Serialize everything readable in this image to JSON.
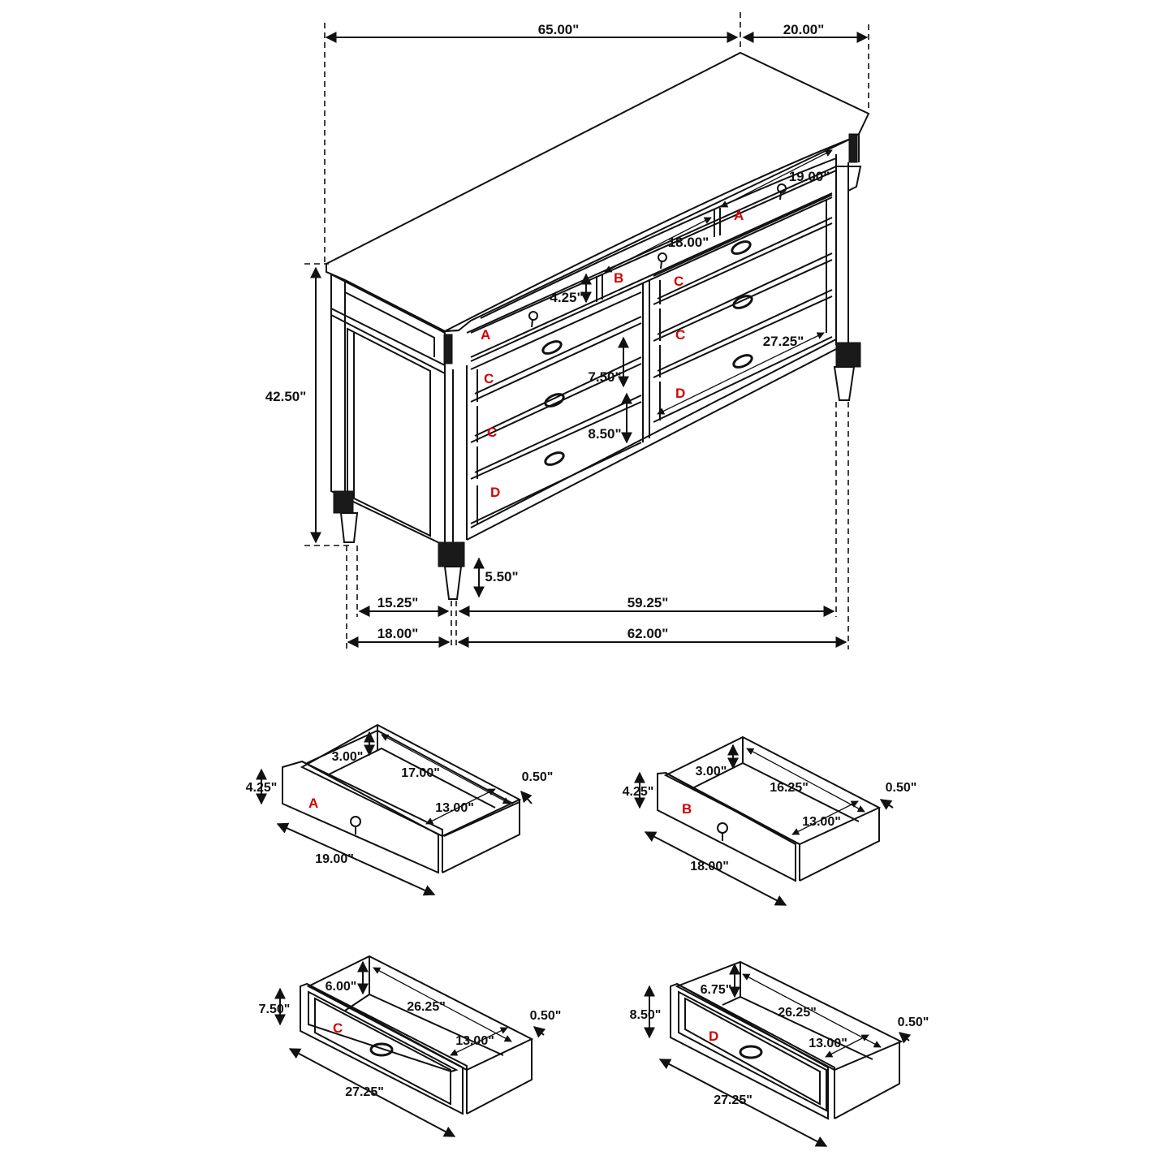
{
  "dresser": {
    "overall_width": "65.00\"",
    "overall_depth": "20.00\"",
    "overall_height": "42.50\"",
    "leg_height": "5.50\"",
    "side_inner_depth": "15.25\"",
    "side_outer_depth": "18.00\"",
    "front_inner_width": "59.25\"",
    "front_outer_width": "62.00\"",
    "drawer_a_width": "19.00\"",
    "drawer_b_width": "18.00\"",
    "drawer_a_height": "4.25\"",
    "drawer_c_height": "7.50\"",
    "drawer_d_height": "8.50\"",
    "drawer_c_width": "27.25\"",
    "drawer_labels": {
      "a_left": "A",
      "a_right": "A",
      "b": "B",
      "c_left_1": "C",
      "c_left_2": "C",
      "c_right_1": "C",
      "c_right_2": "C",
      "d_left": "D",
      "d_right": "D"
    }
  },
  "drawers": [
    {
      "label": "A",
      "front_height": "4.25\"",
      "inner_height": "3.00\"",
      "inner_length": "17.00\"",
      "inner_depth": "13.00\"",
      "side_thickness": "0.50\"",
      "front_width": "19.00\""
    },
    {
      "label": "B",
      "front_height": "4.25\"",
      "inner_height": "3.00\"",
      "inner_length": "16.25\"",
      "inner_depth": "13.00\"",
      "side_thickness": "0.50\"",
      "front_width": "18.00\""
    },
    {
      "label": "C",
      "front_height": "7.50\"",
      "inner_height": "6.00\"",
      "inner_length": "26.25\"",
      "inner_depth": "13.00\"",
      "side_thickness": "0.50\"",
      "front_width": "27.25\""
    },
    {
      "label": "D",
      "front_height": "8.50\"",
      "inner_height": "6.75\"",
      "inner_length": "26.25\"",
      "inner_depth": "13.00\"",
      "side_thickness": "0.50\"",
      "front_width": "27.25\""
    }
  ],
  "colors": {
    "line": "#111111",
    "label_red": "#d50000",
    "background": "#ffffff"
  }
}
